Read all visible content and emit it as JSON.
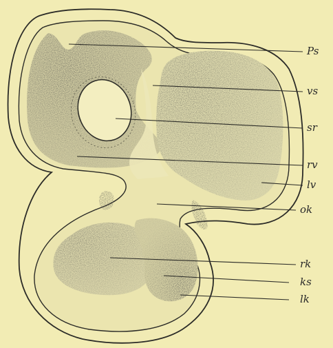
{
  "figure": {
    "background": "#f2ecb4",
    "ink": "#2a2a2a",
    "labels": [
      {
        "id": "ps",
        "text": "Ps"
      },
      {
        "id": "vs",
        "text": "vs"
      },
      {
        "id": "sr",
        "text": "sr"
      },
      {
        "id": "rv",
        "text": "rv"
      },
      {
        "id": "lv",
        "text": "lv"
      },
      {
        "id": "ok",
        "text": "ok"
      },
      {
        "id": "rk",
        "text": "rk"
      },
      {
        "id": "ks",
        "text": "ks"
      },
      {
        "id": "lk",
        "text": "lk"
      }
    ]
  }
}
